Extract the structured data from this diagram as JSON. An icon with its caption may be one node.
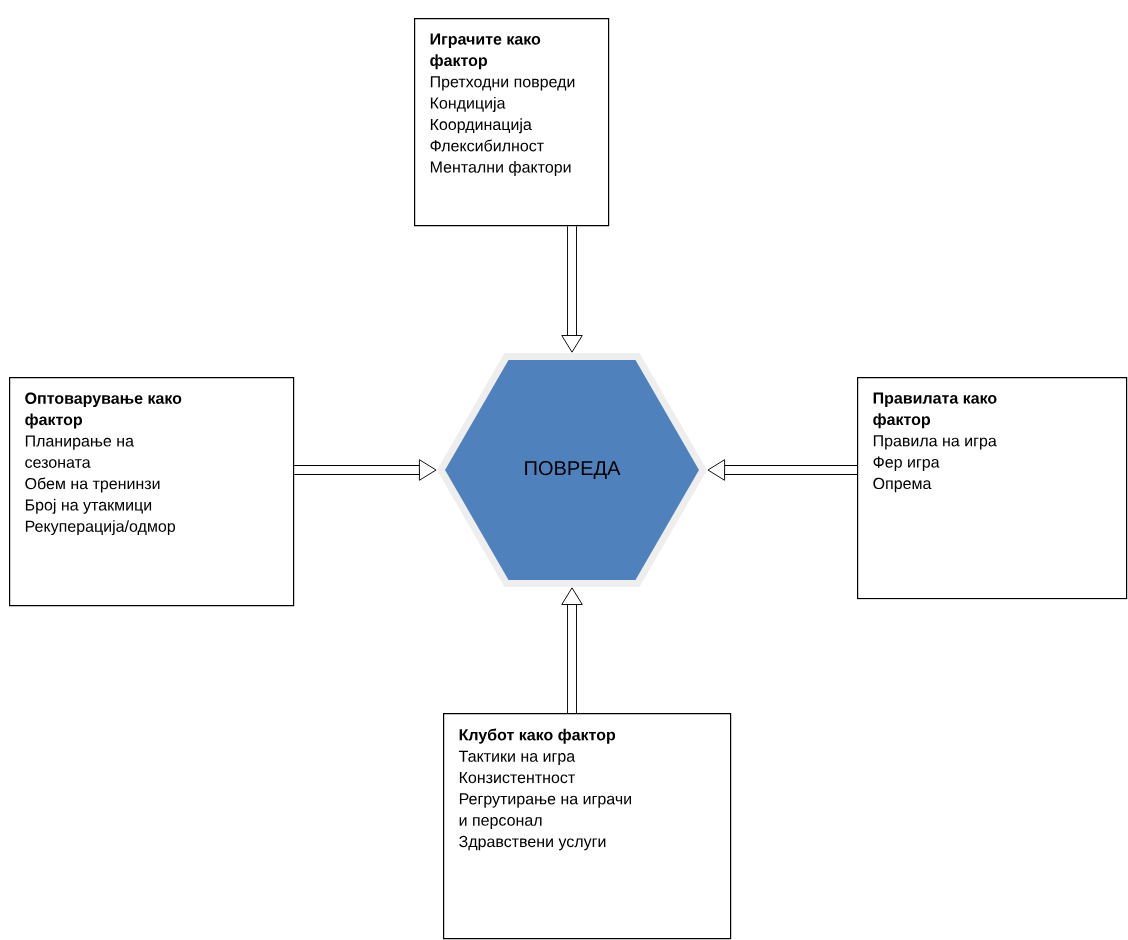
{
  "diagram": {
    "nodes": [
      {
        "text": [
          "Играчите како фактор",
          "Претходни повреди",
          "Кондиција",
          "Координација",
          "Флексибилност",
          "Ментални фактори"
        ]
      },
      {
        "text": [
          "Оптоварување како фактор",
          "Планирање на сезоната",
          "Обем на тренинзи",
          "Број на утакмици",
          "Рекуперација/одмор"
        ]
      },
      {
        "text": [
          "ПОВРЕДА"
        ]
      },
      {
        "text": [
          "Правилата како фактор",
          "Правила на игра",
          "Фер игра",
          "Опрема"
        ]
      },
      {
        "text": [
          "Клубот како фактор",
          "Тактики на игра",
          "Конзистентност",
          "Регрутирање на играчи и персонал",
          "Здравствени услуги"
        ]
      }
    ],
    "edges": [
      {
        "from": 0,
        "to": 2,
        "arrow": "to"
      },
      {
        "from": 1,
        "to": 2,
        "arrow": "to"
      },
      {
        "from": 3,
        "to": 2,
        "arrow": "to"
      },
      {
        "from": 4,
        "to": 2,
        "arrow": "to"
      }
    ]
  }
}
